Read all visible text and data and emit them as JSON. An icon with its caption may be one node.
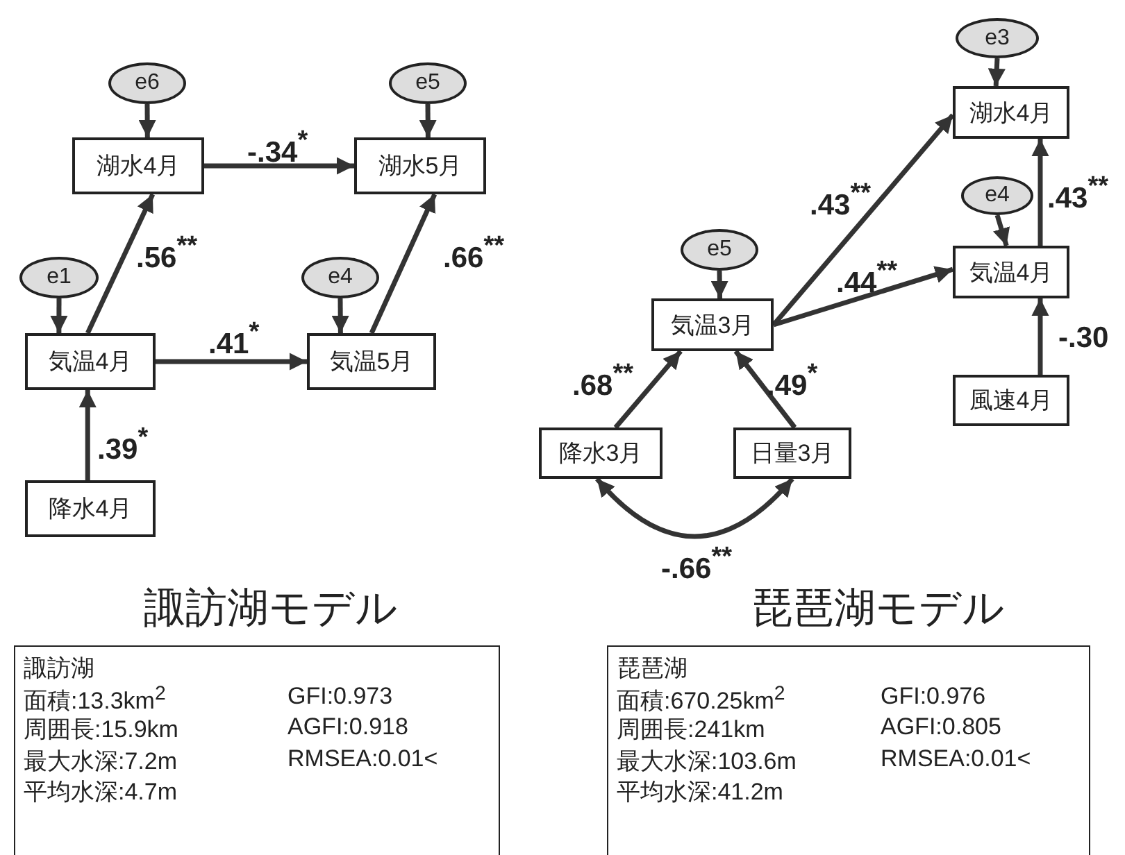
{
  "diagram": {
    "nodes": [
      {
        "text": [
          "e6"
        ]
      },
      {
        "text": [
          "e5"
        ]
      },
      {
        "text": [
          "湖水4月"
        ]
      },
      {
        "text": [
          "湖水5月"
        ]
      },
      {
        "text": [
          "e1"
        ]
      },
      {
        "text": [
          "e4"
        ]
      },
      {
        "text": [
          "気温4月"
        ]
      },
      {
        "text": [
          "気温5月"
        ]
      },
      {
        "text": [
          "降水4月"
        ]
      },
      {
        "text": [
          "e3"
        ]
      },
      {
        "text": [
          "湖水4月"
        ]
      },
      {
        "text": [
          "e4"
        ]
      },
      {
        "text": [
          "e5"
        ]
      },
      {
        "text": [
          "気温4月"
        ]
      },
      {
        "text": [
          "気温3月"
        ]
      },
      {
        "text": [
          "風速4月"
        ]
      },
      {
        "text": [
          "降水3月"
        ]
      },
      {
        "text": [
          "日量3月"
        ]
      },
      {
        "text": [
          "諏訪湖",
          "面積:13.3km$^{2}$",
          "周囲長:15.9km",
          "最大水深:7.2m",
          "平均水深:4.7m",
          "GFI:0.973",
          "AGFI:0.918",
          "RMSEA:0.01<"
        ]
      },
      {
        "text": [
          "琵琶湖",
          "面積:670.25km$^{2}$",
          "周囲長:241km",
          "最大水深:103.6m",
          "平均水深:41.2m",
          "GFI:0.976",
          "AGFI:0.805",
          "RMSEA:0.01<"
        ]
      }
    ],
    "edges": [
      {
        "from": 0,
        "to": 2,
        "arrow": "to"
      },
      {
        "from": 1,
        "to": 3,
        "arrow": "to"
      },
      {
        "from": 4,
        "to": 6,
        "arrow": "to"
      },
      {
        "from": 5,
        "to": 7,
        "arrow": "to"
      },
      {
        "from": 2,
        "to": 3,
        "arrow": "to",
        "label": "-.34$^{*}$"
      },
      {
        "from": 6,
        "to": 2,
        "arrow": "to",
        "label": ".56$^{**}$"
      },
      {
        "from": 6,
        "to": 7,
        "arrow": "to",
        "label": ".41$^{*}$"
      },
      {
        "from": 7,
        "to": 3,
        "arrow": "to",
        "label": ".66$^{**}$"
      },
      {
        "from": 8,
        "to": 6,
        "arrow": "to",
        "label": ".39$^{*}$"
      },
      {
        "from": 9,
        "to": 10,
        "arrow": "to"
      },
      {
        "from": 11,
        "to": 13,
        "arrow": "to"
      },
      {
        "from": 12,
        "to": 14,
        "arrow": "to"
      },
      {
        "from": 14,
        "to": 10,
        "arrow": "to",
        "label": ".43$^{**}$"
      },
      {
        "from": 14,
        "to": 13,
        "arrow": "to",
        "label": ".44$^{**}$"
      },
      {
        "from": 13,
        "to": 10,
        "arrow": "to",
        "label": ".43$^{**}$"
      },
      {
        "from": 15,
        "to": 13,
        "arrow": "to",
        "label": "-.30"
      },
      {
        "from": 16,
        "to": 14,
        "arrow": "to",
        "label": ".68$^{**}$"
      },
      {
        "from": 17,
        "to": 14,
        "arrow": "to",
        "label": ".49$^{*}$"
      },
      {
        "from": 16,
        "to": 17,
        "arrow": "both",
        "label": "-.66$^{**}$"
      }
    ],
    "labels": [
      "諏訪湖モデル",
      "琵琶湖モデル"
    ]
  }
}
